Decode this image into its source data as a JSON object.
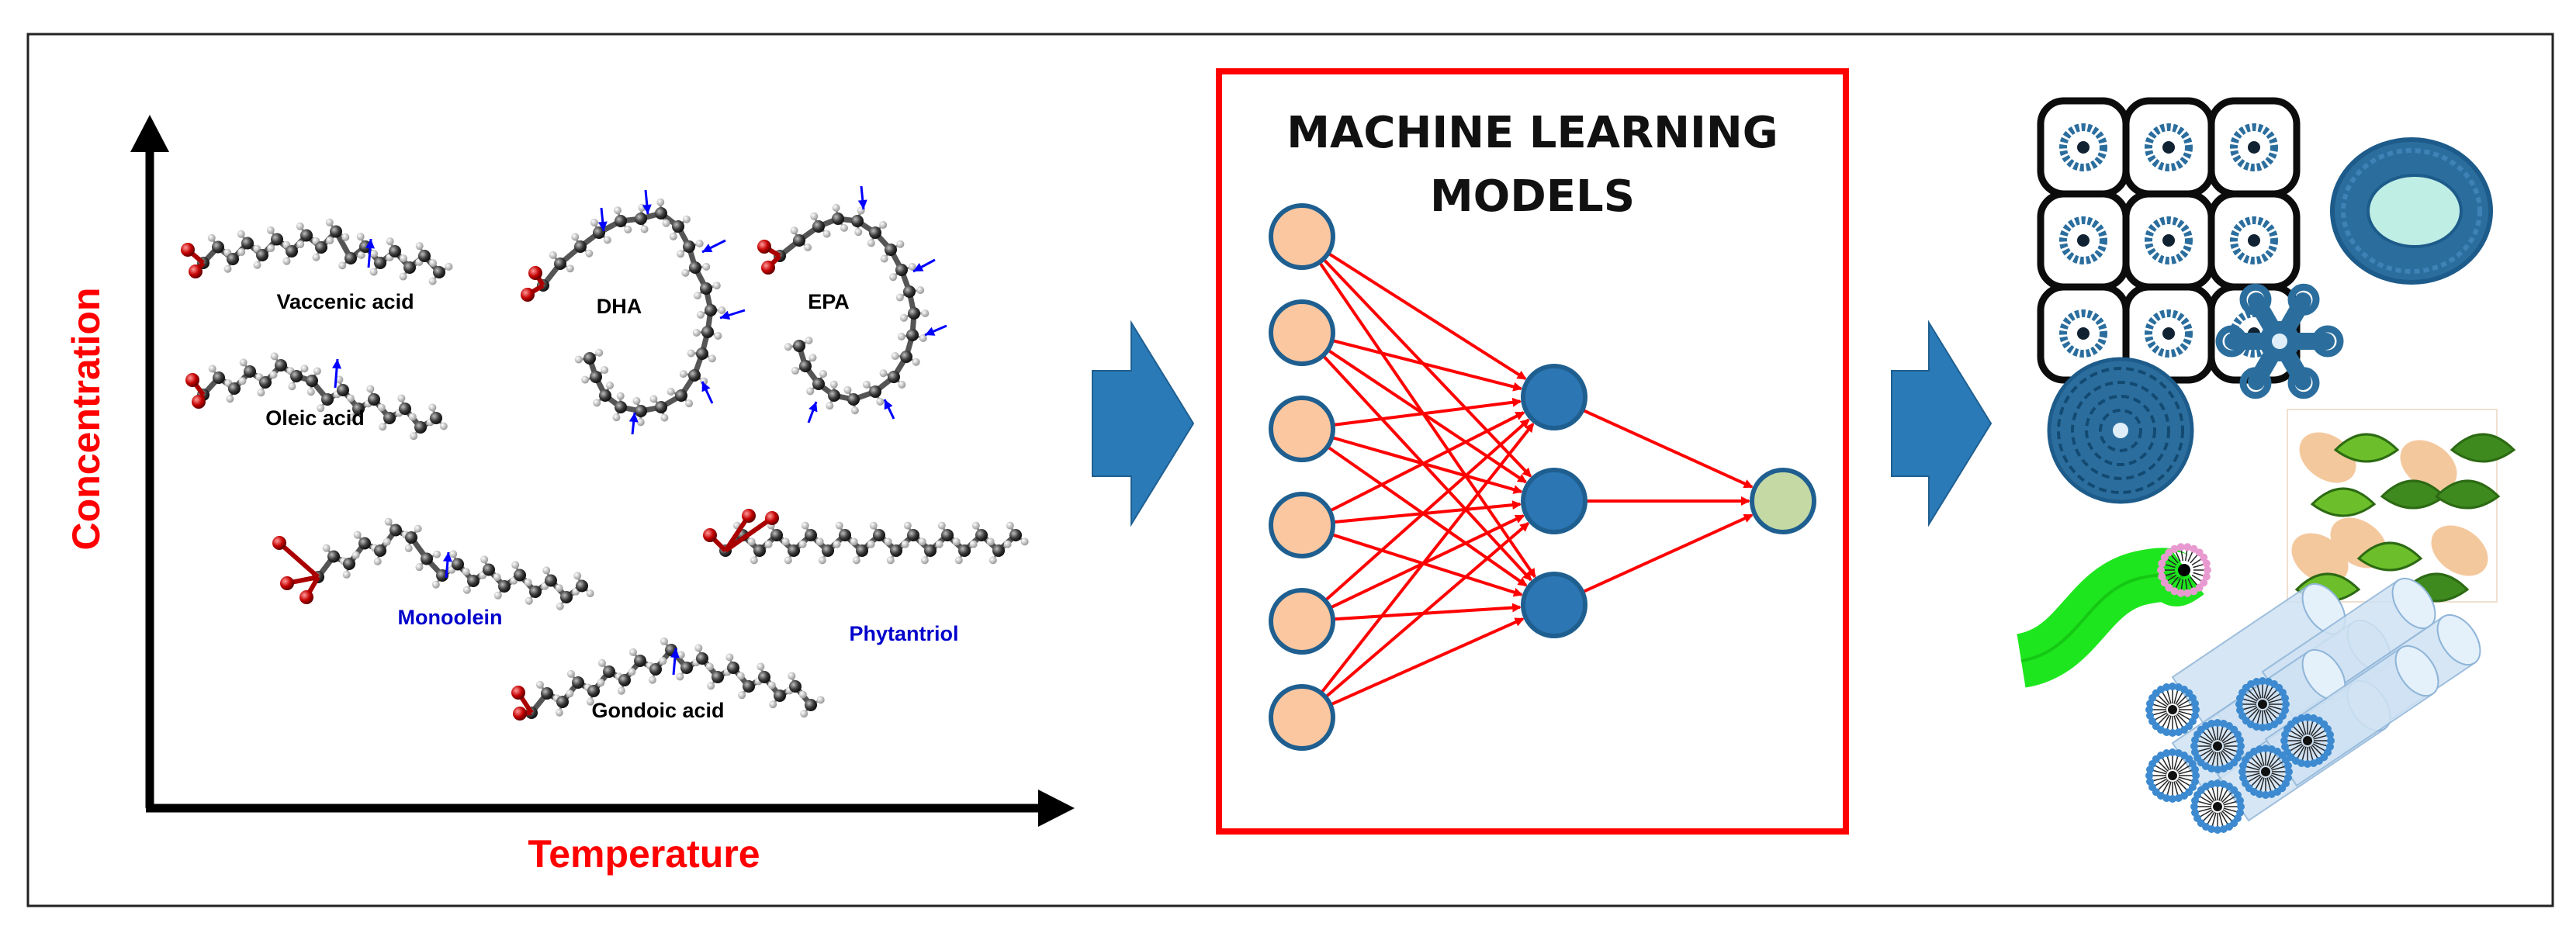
{
  "axes": {
    "x_label": "Temperature",
    "y_label": "Concentration",
    "label_color": "#ff0000"
  },
  "molecules": [
    {
      "name": "Vaccenic acid",
      "color": "#000000"
    },
    {
      "name": "DHA",
      "color": "#000000"
    },
    {
      "name": "EPA",
      "color": "#000000"
    },
    {
      "name": "Oleic acid",
      "color": "#000000"
    },
    {
      "name": "Monoolein",
      "color": "#0000cc"
    },
    {
      "name": "Phytantriol",
      "color": "#0000cc"
    },
    {
      "name": "Gondoic acid",
      "color": "#000000"
    }
  ],
  "ml_box": {
    "title_line1": "MACHINE LEARNING",
    "title_line2": "MODELS",
    "border_color": "#ff0000"
  },
  "network": {
    "input_nodes": 6,
    "hidden_nodes": 3,
    "output_nodes": 1,
    "input_color": "#fbc7a0",
    "hidden_color": "#2c76b4",
    "output_color": "#c4d9a4",
    "edge_color": "#ff0000"
  },
  "arrows": {
    "color": "#2a7ab8"
  },
  "structures": [
    "cubic-network-icon",
    "vesicle-icon",
    "hexagonal-micelle-icon",
    "spherical-micelle-icon",
    "gyroid-icon",
    "worm-micelle-icon",
    "hexagonal-cylinders-icon"
  ]
}
